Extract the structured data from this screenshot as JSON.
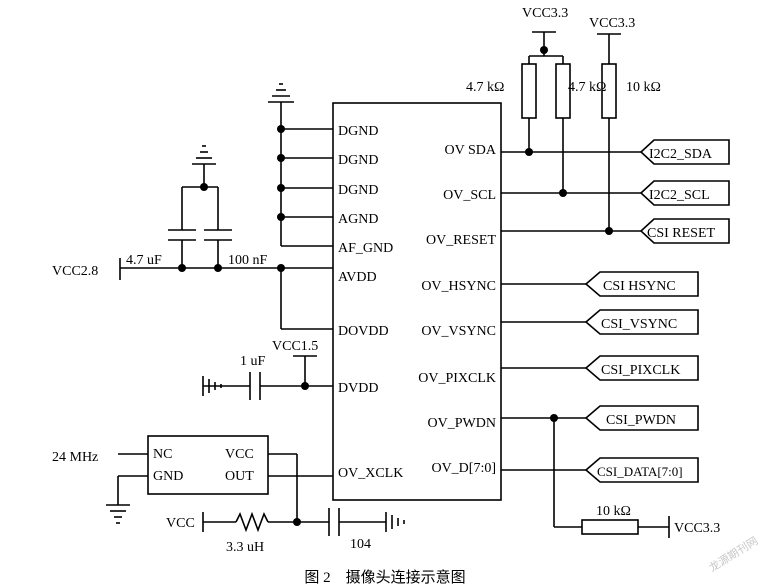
{
  "chip": {
    "left_pins": [
      "DGND",
      "DGND",
      "DGND",
      "AGND",
      "AF_GND",
      "AVDD",
      "DOVDD",
      "DVDD",
      "OV_XCLK"
    ],
    "right_pins": [
      "OV SDA",
      "OV_SCL",
      "OV_RESET",
      "OV_HSYNC",
      "OV_VSYNC",
      "OV_PIXCLK",
      "OV_PWDN",
      "OV_D[7:0]"
    ]
  },
  "signals": {
    "i2c2_sda": "I2C2_SDA",
    "i2c2_scl": "I2C2_SCL",
    "csi_reset": "CSI RESET",
    "csi_hsync": "CSI HSYNC",
    "csi_vsync": "CSI_VSYNC",
    "csi_pixclk": "CSI_PIXCLK",
    "csi_pwdn": "CSI_PWDN",
    "csi_data": "CSI_DATA[7:0]"
  },
  "power": {
    "vcc33_a": "VCC3.3",
    "vcc33_b": "VCC3.3",
    "vcc33_c": "VCC3.3",
    "vcc28": "VCC2.8",
    "vcc15": "VCC1.5",
    "vcc": "VCC"
  },
  "components": {
    "r1": "4.7 kΩ",
    "r2": "4.7 kΩ",
    "r3": "10 kΩ",
    "r4": "10 kΩ",
    "c1": "4.7 uF",
    "c2": "100 nF",
    "c3": "1 uF",
    "l1": "3.3 uH",
    "c4": "104"
  },
  "oscillator": {
    "freq": "24 MHz",
    "nc": "NC",
    "gnd": "GND",
    "vcc": "VCC",
    "out": "OUT"
  },
  "caption": "图 2　摄像头连接示意图",
  "watermark": "龙源期刊网"
}
